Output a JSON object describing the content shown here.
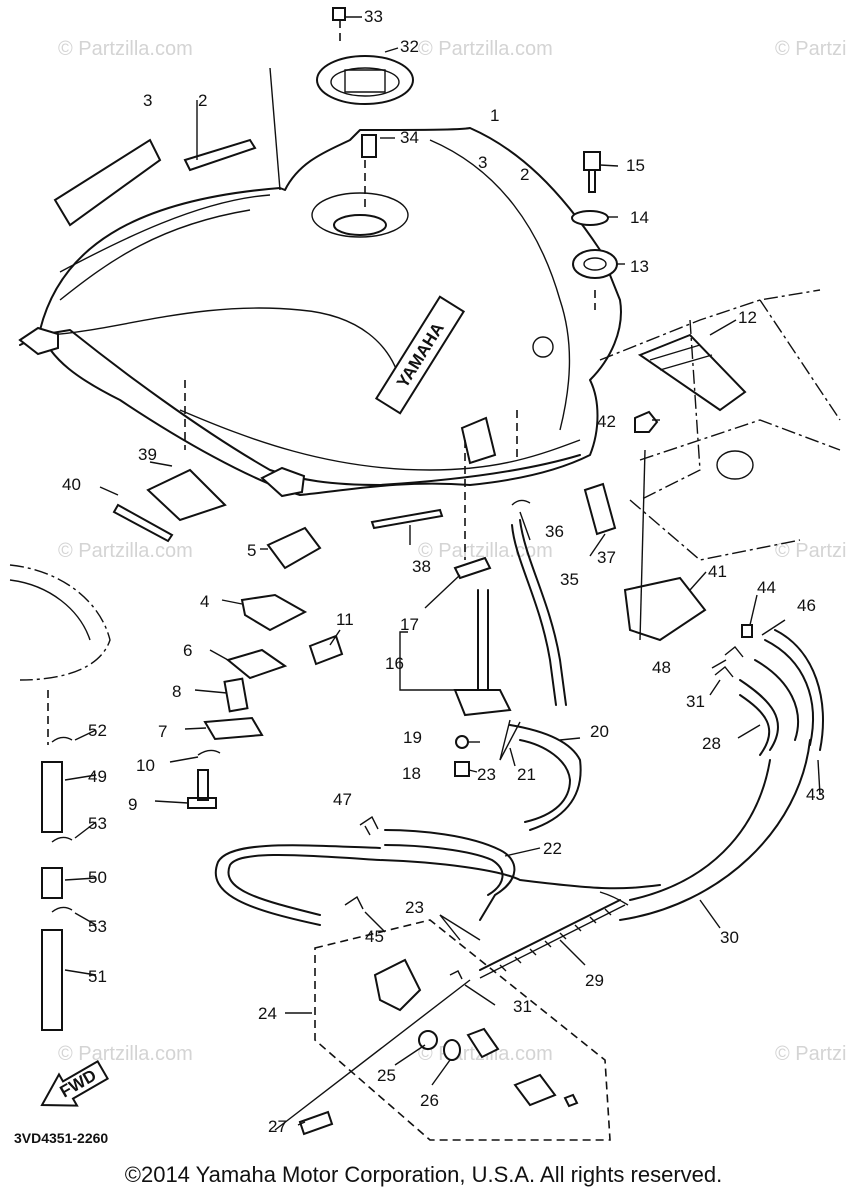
{
  "watermark": "© Partzilla.com",
  "brand_mark": "YAMAHA",
  "direction_label": "FWD",
  "diagram_code": "3VD4351-2260",
  "copyright": "©2014 Yamaha Motor Corporation, U.S.A. All rights reserved.",
  "callouts": [
    "1",
    "2",
    "2",
    "3",
    "3",
    "4",
    "5",
    "6",
    "7",
    "8",
    "9",
    "10",
    "11",
    "12",
    "13",
    "14",
    "15",
    "16",
    "17",
    "18",
    "19",
    "20",
    "21",
    "22",
    "23",
    "23",
    "24",
    "25",
    "26",
    "27",
    "28",
    "29",
    "30",
    "31",
    "31",
    "32",
    "33",
    "34",
    "35",
    "36",
    "37",
    "38",
    "39",
    "40",
    "41",
    "42",
    "43",
    "44",
    "45",
    "46",
    "47",
    "48",
    "49",
    "50",
    "51",
    "52",
    "53",
    "53"
  ]
}
